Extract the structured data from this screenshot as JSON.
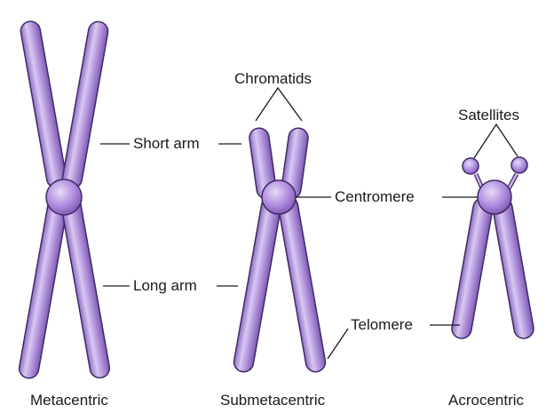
{
  "labels": {
    "chromatids": "Chromatids",
    "satellites": "Satellites",
    "short_arm": "Short arm",
    "long_arm": "Long arm",
    "centromere": "Centromere",
    "telomere": "Telomere"
  },
  "captions": {
    "metacentric": "Metacentric",
    "submetacentric": "Submetacentric",
    "acrocentric": "Acrocentric"
  },
  "colors": {
    "chromatid_fill": "#b89be0",
    "chromatid_stroke": "#3f2a66",
    "highlight": "#e3d8f4",
    "centromere_fill": "#b18fe0"
  }
}
